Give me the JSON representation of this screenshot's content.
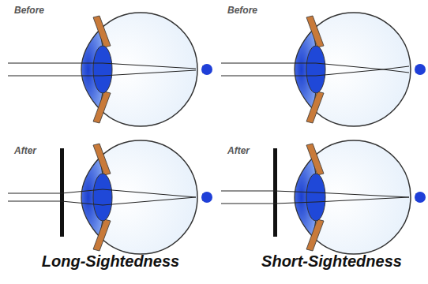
{
  "diagram": {
    "labels": [
      "Before",
      "Before",
      "After",
      "After",
      "Long-Sightedness",
      "Short-Sightedness"
    ]
  }
}
